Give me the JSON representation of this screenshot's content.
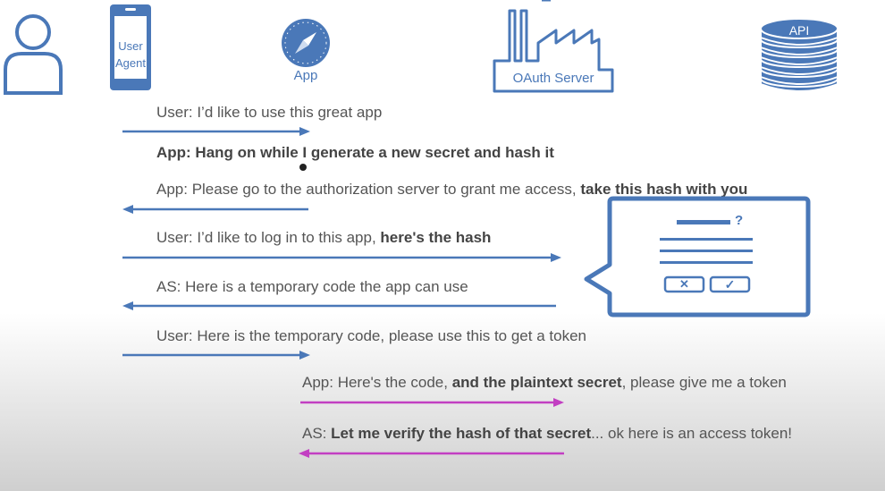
{
  "actors": {
    "user": {
      "label": ""
    },
    "user_agent": {
      "label_line1": "User",
      "label_line2": "Agent"
    },
    "app": {
      "label": "App"
    },
    "oauth_server": {
      "label": "OAuth Server"
    },
    "api": {
      "label": "API"
    }
  },
  "messages": [
    {
      "id": "m1",
      "plain_before": "User: I’d like to use this great app",
      "bold": "",
      "plain_after": ""
    },
    {
      "id": "m2",
      "plain_before": "",
      "bold": "App: Hang on while I generate a new secret and hash it",
      "plain_after": ""
    },
    {
      "id": "m3",
      "plain_before": "App: Please go to the authorization server to grant me access, ",
      "bold": "take this hash with you",
      "plain_after": ""
    },
    {
      "id": "m4",
      "plain_before": "User: I’d like to log in to this app, ",
      "bold": "here's the hash",
      "plain_after": ""
    },
    {
      "id": "m5",
      "plain_before": "AS: Here is a temporary code the app can use",
      "bold": "",
      "plain_after": ""
    },
    {
      "id": "m6",
      "plain_before": "User: Here is the temporary code, please use this to get a token",
      "bold": "",
      "plain_after": ""
    },
    {
      "id": "m7",
      "plain_before": "App: Here's the code, ",
      "bold": "and the plaintext secret",
      "plain_after": ", please give me a token"
    },
    {
      "id": "m8",
      "plain_before": "AS: ",
      "bold": "Let me verify the hash of that secret",
      "plain_after": "... ok here is an access token!"
    }
  ],
  "dialog": {
    "question_mark": "?",
    "cancel_glyph": "✕",
    "ok_glyph": "✓"
  },
  "colors": {
    "blue": "#4a78b8",
    "magenta": "#c23fc2",
    "text": "#555555"
  }
}
